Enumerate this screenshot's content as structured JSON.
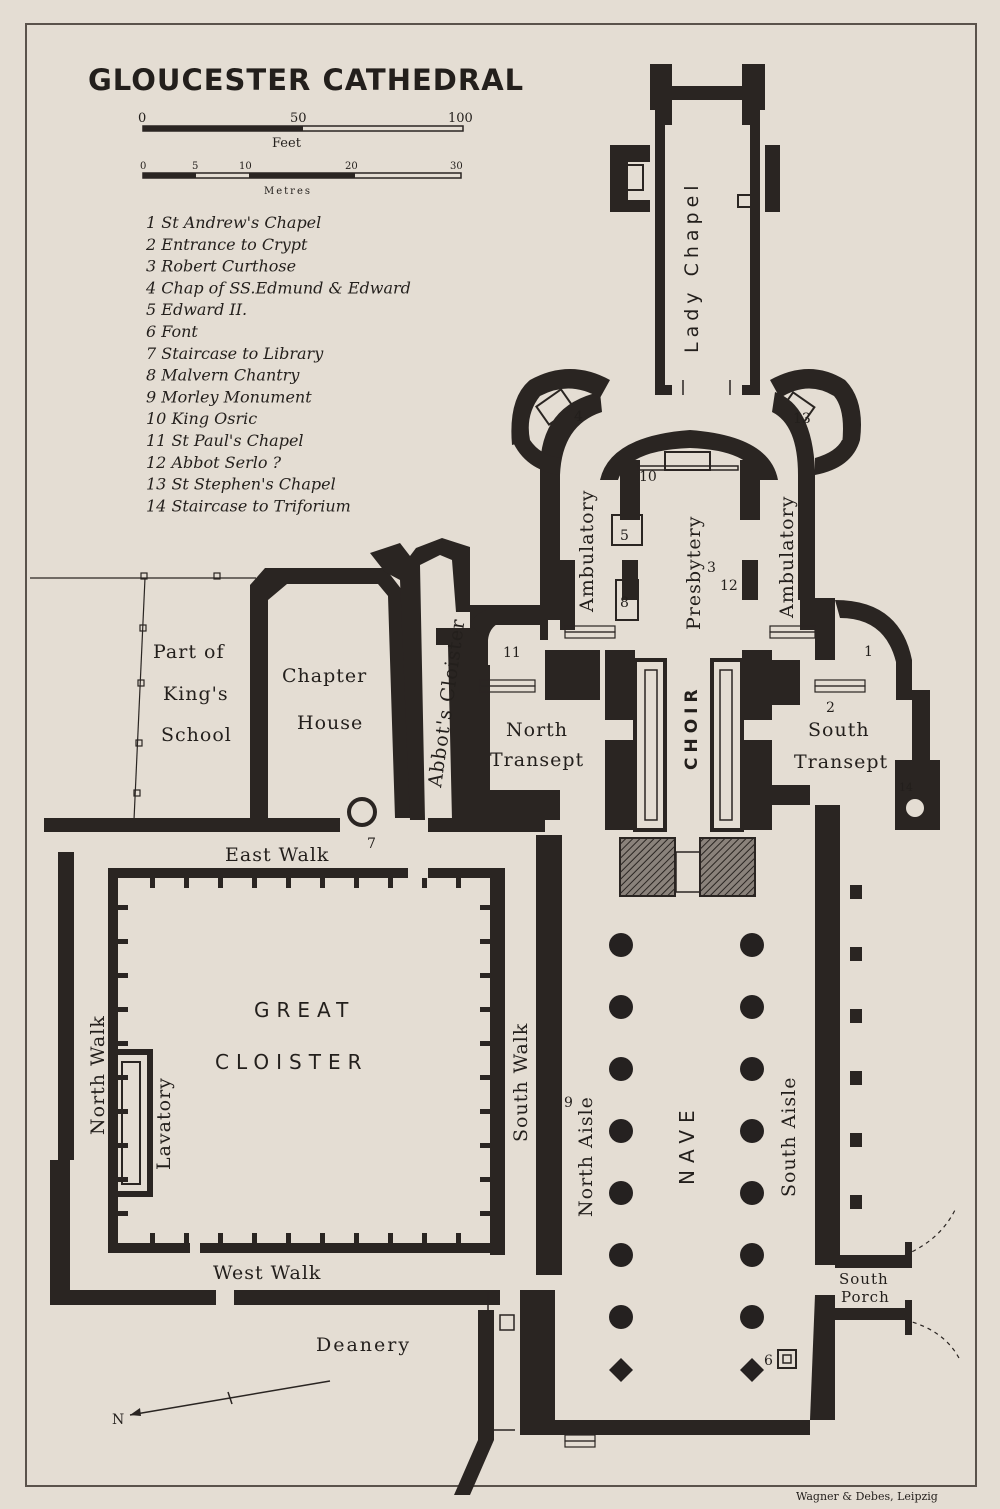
{
  "title": "GLOUCESTER CATHEDRAL",
  "scale": {
    "feet": {
      "ticks": [
        "0",
        "50",
        "100"
      ],
      "unit": "Feet"
    },
    "metres": {
      "ticks": [
        "0",
        "5",
        "10",
        "20",
        "30"
      ],
      "unit": "Metres"
    }
  },
  "legend": [
    {
      "num": "1",
      "label": "St Andrew's Chapel"
    },
    {
      "num": "2",
      "label": "Entrance to Crypt"
    },
    {
      "num": "3",
      "label": "Robert Curthose"
    },
    {
      "num": "4",
      "label": "Chap of SS.Edmund & Edward"
    },
    {
      "num": "5",
      "label": "Edward II."
    },
    {
      "num": "6",
      "label": "Font"
    },
    {
      "num": "7",
      "label": "Staircase to Library"
    },
    {
      "num": "8",
      "label": "Malvern Chantry"
    },
    {
      "num": "9",
      "label": "Morley Monument"
    },
    {
      "num": "10",
      "label": "King Osric"
    },
    {
      "num": "11",
      "label": "St Paul's Chapel"
    },
    {
      "num": "12",
      "label": "Abbot Serlo ?"
    },
    {
      "num": "13",
      "label": "St Stephen's Chapel"
    },
    {
      "num": "14",
      "label": "Staircase to Triforium"
    }
  ],
  "labels": {
    "lady_chapel": "Lady Chapel",
    "presbytery": "Presbytery",
    "ambulatory": "Ambulatory",
    "choir": "CHOIR",
    "north_transept_1": "North",
    "north_transept_2": "Transept",
    "south_transept_1": "South",
    "south_transept_2": "Transept",
    "chapter_1": "Chapter",
    "chapter_2": "House",
    "kings_1": "Part of",
    "kings_2": "King's",
    "kings_3": "School",
    "abbots_cloister": "Abbot's Cloister",
    "east_walk": "East Walk",
    "west_walk": "West Walk",
    "north_walk": "North Walk",
    "south_walk": "South Walk",
    "great_1": "GREAT",
    "great_2": "CLOISTER",
    "lavatory": "Lavatory",
    "north_aisle": "North Aisle",
    "south_aisle": "South Aisle",
    "nave": "NAVE",
    "south_porch_1": "South",
    "south_porch_2": "Porch",
    "deanery": "Deanery",
    "north_arrow": "N"
  },
  "publisher": "Wagner & Debes, Leipzig",
  "colors": {
    "paper": "#e4ddd3",
    "ink": "#2a2522"
  }
}
